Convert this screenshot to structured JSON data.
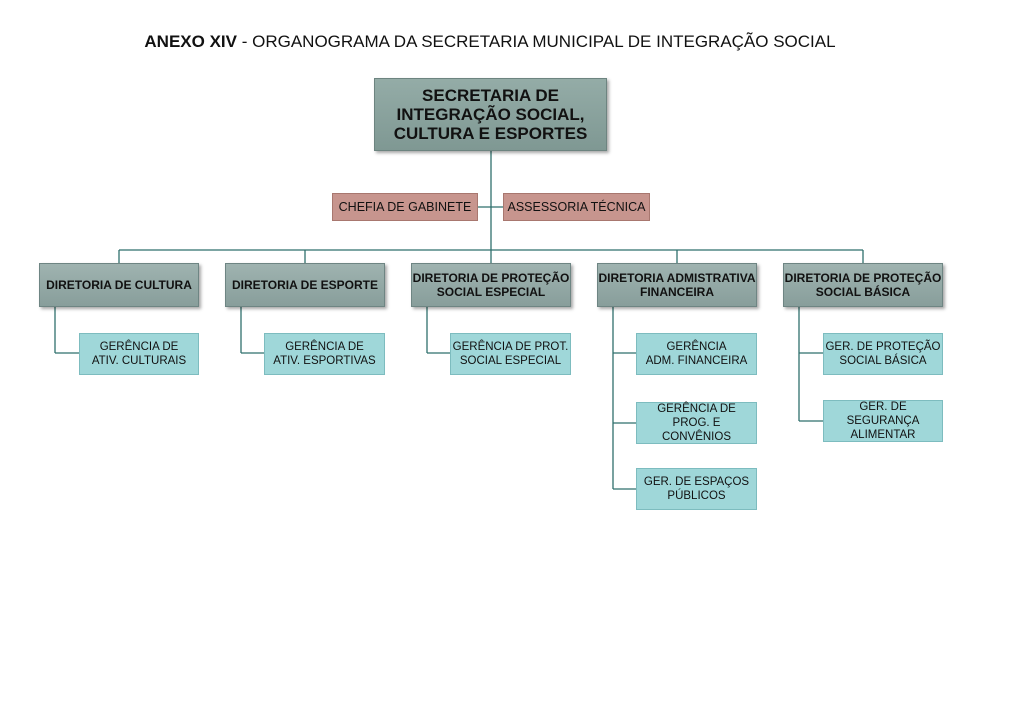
{
  "title": {
    "prefix": "ANEXO XIV",
    "text": " - ORGANOGRAMA DA SECRETARIA MUNICIPAL DE INTEGRAÇÃO SOCIAL"
  },
  "secretaria": "SECRETARIA DE\nINTEGRAÇÃO SOCIAL,\nCULTURA E ESPORTES",
  "staff": {
    "chefia": "CHEFIA DE GABINETE",
    "assessoria": "ASSESSORIA TÉCNICA"
  },
  "diretorias": [
    {
      "label": "DIRETORIA DE CULTURA",
      "gerencias": [
        "GERÊNCIA DE\nATIV. CULTURAIS"
      ]
    },
    {
      "label": "DIRETORIA DE ESPORTE",
      "gerencias": [
        "GERÊNCIA DE\nATIV. ESPORTIVAS"
      ]
    },
    {
      "label": "DIRETORIA DE PROTEÇÃO\nSOCIAL ESPECIAL",
      "gerencias": [
        "GERÊNCIA DE PROT.\nSOCIAL ESPECIAL"
      ]
    },
    {
      "label": "DIRETORIA ADMISTRATIVA\nFINANCEIRA",
      "gerencias": [
        "GERÊNCIA\nADM. FINANCEIRA",
        "GERÊNCIA DE\nPROG. E CONVÊNIOS",
        "GER. DE ESPAÇOS\nPÚBLICOS"
      ]
    },
    {
      "label": "DIRETORIA DE PROTEÇÃO\nSOCIAL BÁSICA",
      "gerencias": [
        "GER. DE PROTEÇÃO\nSOCIAL BÁSICA",
        "GER. DE SEGURANÇA\nALIMENTAR"
      ]
    }
  ]
}
